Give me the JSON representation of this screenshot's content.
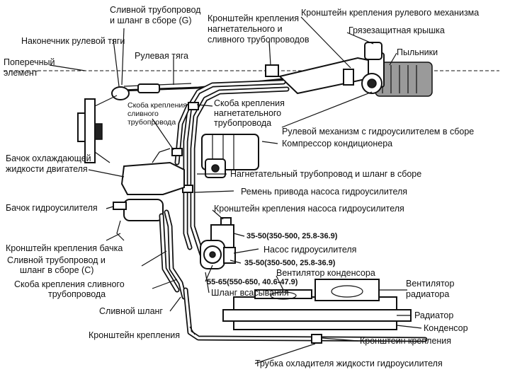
{
  "labels": {
    "return_pipe_g": "Сливной трубопровод",
    "return_pipe_g2": "и шланг в сборе (G)",
    "tie_rod_end": "Наконечник рулевой тяги",
    "cross_member": "Поперечный",
    "cross_member2": "элемент",
    "tie_rod": "Рулевая тяга",
    "bracket_pressure_return": "Кронштейн крепления",
    "bracket_pressure_return2": "нагнетательного и",
    "bracket_pressure_return3": "сливного трубопроводов",
    "steering_gear_bracket": "Кронштейн крепления рулевого механизма",
    "dust_cover": "Грязезащитная крышка",
    "boots": "Пыльники",
    "return_clip": "Скоба крепления",
    "return_clip2": "сливного",
    "return_clip3": "трубопровода",
    "pressure_clip": "Скоба крепления",
    "pressure_clip2": "нагнетательного",
    "pressure_clip3": "трубопровода",
    "steering_assembly": "Рулевой механизм с гидроусилителем в сборе",
    "ac_compressor": "Компрессор кондиционера",
    "coolant_reservoir": "Бачок охлаждающей",
    "coolant_reservoir2": "жидкости двигателя",
    "pressure_hose": "Нагнетательный трубопровод и шланг в сборе",
    "pump_belt": "Ремень привода насоса гидроусилителя",
    "ps_reservoir": "Бачок гидроусилителя",
    "pump_bracket": "Кронштейн крепления насоса гидроусилителя",
    "torque1": "35-50(350-500, 25.8-36.9)",
    "reservoir_bracket": "Кронштейн крепления бачка",
    "ps_pump": "Насос гидроусилителя",
    "return_pipe_c": "Сливной трубопровод и",
    "return_pipe_c2": "шланг в сборе (C)",
    "torque2": "35-50(350-500, 25.8-36.9)",
    "condenser_fan": "Вентилятор конденсора",
    "return_clip_b": "Скоба крепления сливного",
    "return_clip_b2": "трубопровода",
    "torque3": "55-65(550-650, 40.6-47.9)",
    "radiator_fan": "Вентилятор",
    "radiator_fan2": "радиатора",
    "suction_hose": "Шланг всасывания",
    "return_hose": "Сливной шланг",
    "radiator": "Радиатор",
    "condenser": "Конденсор",
    "mount_bracket": "Кронштейн крепления",
    "mount_bracket2": "Кронштейн крепления",
    "cooler_pipe": "Трубка охладителя жидкости гидроусилителя"
  }
}
